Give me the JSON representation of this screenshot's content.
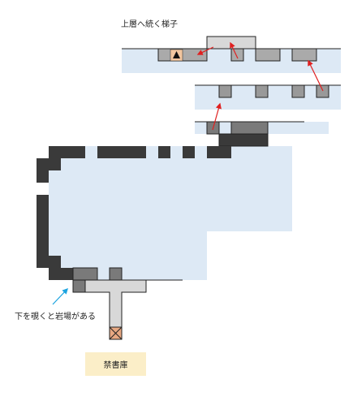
{
  "map": {
    "labels": {
      "upper_ladder": "上層へ続く梯子",
      "rock_note": "下を覗くと岩場がある",
      "library": "禁書庫"
    },
    "colors": {
      "floor": "#dde9f5",
      "wall_dark": "#3a3a3a",
      "wall_mid": "#7a7a7a",
      "wall_light": "#c8c8c8",
      "corridor": "#d8d8d8",
      "ladder_marker": "#f2c6a0",
      "crate": "#e8a882",
      "library_bg": "#fbeec8",
      "arrow_red": "#e02020",
      "arrow_blue": "#1aa3e0"
    },
    "icons": {
      "ladder_marker": "triangle-up",
      "crate": "crossed-box"
    }
  }
}
